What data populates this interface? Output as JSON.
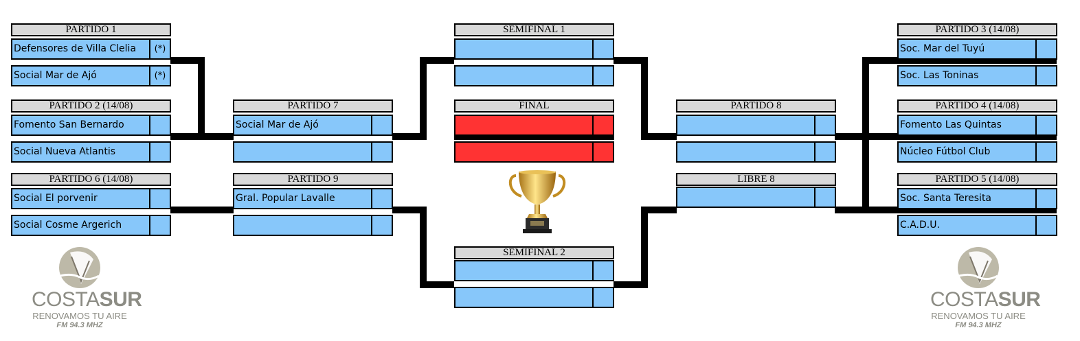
{
  "matches": {
    "p1": {
      "title": "PARTIDO 1",
      "team1": "Defensores de Villa Clelia",
      "score1": "(*)",
      "team2": "Social Mar de Ajó",
      "score2": "(*)"
    },
    "p2": {
      "title": "PARTIDO 2 (14/08)",
      "team1": "Fomento San Bernardo",
      "score1": "",
      "team2": "Social Nueva Atlantis",
      "score2": ""
    },
    "p6": {
      "title": "PARTIDO 6 (14/08)",
      "team1": "Social El porvenir",
      "score1": "",
      "team2": "Social Cosme Argerich",
      "score2": ""
    },
    "p7": {
      "title": "PARTIDO 7",
      "team1": "Social Mar de Ajó",
      "score1": "",
      "team2": "",
      "score2": ""
    },
    "p9": {
      "title": "PARTIDO 9",
      "team1": "Gral. Popular Lavalle",
      "score1": "",
      "team2": "",
      "score2": ""
    },
    "sf1": {
      "title": "SEMIFINAL 1",
      "team1": "",
      "score1": "",
      "team2": "",
      "score2": ""
    },
    "final": {
      "title": "FINAL",
      "team1": "",
      "score1": "",
      "team2": "",
      "score2": ""
    },
    "sf2": {
      "title": "SEMIFINAL 2",
      "team1": "",
      "score1": "",
      "team2": "",
      "score2": ""
    },
    "p8": {
      "title": "PARTIDO 8",
      "team1": "",
      "score1": "",
      "team2": "",
      "score2": ""
    },
    "l8": {
      "title": "LIBRE 8",
      "team1": "",
      "score1": ""
    },
    "p3": {
      "title": "PARTIDO 3 (14/08)",
      "team1": "Soc. Mar del Tuyú",
      "score1": "",
      "team2": "Soc. Las Toninas",
      "score2": ""
    },
    "p4": {
      "title": "PARTIDO 4 (14/08)",
      "team1": "Fomento Las Quintas",
      "score1": "",
      "team2": "Núcleo Fútbol Club",
      "score2": ""
    },
    "p5": {
      "title": "PARTIDO 5 (14/08)",
      "team1": "Soc. Santa Teresita",
      "score1": "",
      "team2": "C.A.D.U.",
      "score2": ""
    }
  },
  "logo": {
    "brand_light": "COSTA",
    "brand_bold": "SUR",
    "slogan": "RENOVAMOS TU AIRE",
    "freq": "FM 94.3 MHZ"
  },
  "colors": {
    "slot": "#87c7fa",
    "final_slot": "#ff3333",
    "header": "#d9d9d9"
  },
  "icons": {
    "trophy": "trophy-icon",
    "logo": "costasur-logo"
  }
}
